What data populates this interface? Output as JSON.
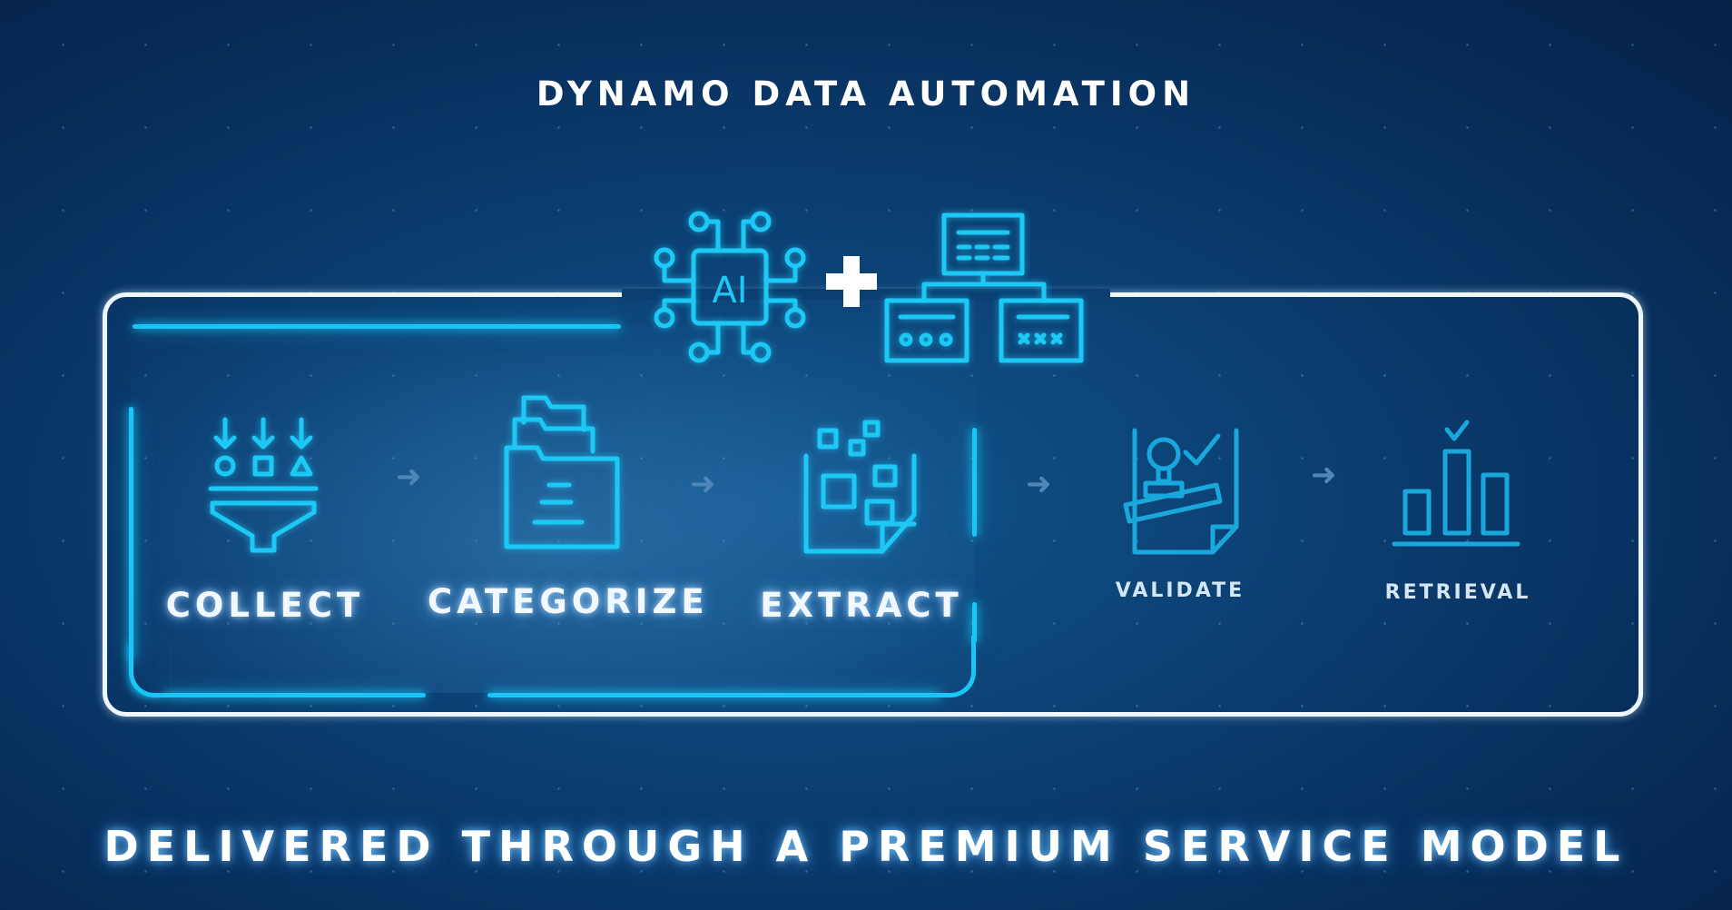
{
  "title": "DYNAMO DATA AUTOMATION",
  "tagline": "DELIVERED THROUGH A PREMIUM SERVICE MODEL",
  "ai_icon_text": "AI",
  "steps": [
    {
      "label": "COLLECT",
      "icon": "funnel-icon",
      "highlighted": true
    },
    {
      "label": "CATEGORIZE",
      "icon": "folders-icon",
      "highlighted": true
    },
    {
      "label": "EXTRACT",
      "icon": "document-extract-icon",
      "highlighted": true
    },
    {
      "label": "VALIDATE",
      "icon": "stamp-approve-icon",
      "highlighted": false
    },
    {
      "label": "RETRIEVAL",
      "icon": "bar-chart-check-icon",
      "highlighted": false
    }
  ],
  "colors": {
    "accent": "#19c6f5",
    "background": "#0b3f72",
    "frame": "#eef6ff"
  }
}
